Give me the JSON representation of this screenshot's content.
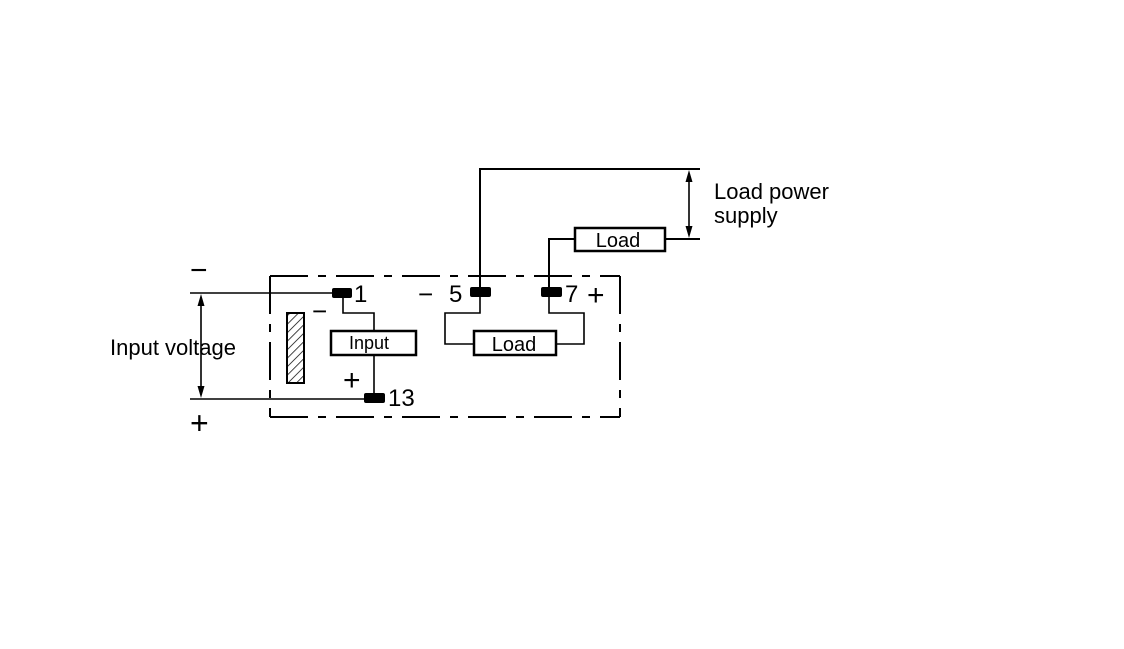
{
  "labels": {
    "input_voltage": "Input voltage",
    "load_supply_line1": "Load power",
    "load_supply_line2": "supply",
    "input_box": "Input",
    "load_internal": "Load",
    "load_external": "Load"
  },
  "terminals": {
    "t1": "1",
    "t13": "13",
    "t5": "5",
    "t7": "7"
  },
  "polarity": {
    "minus": "−",
    "plus": "+"
  },
  "colors": {
    "line": "#000000",
    "background": "#ffffff"
  }
}
